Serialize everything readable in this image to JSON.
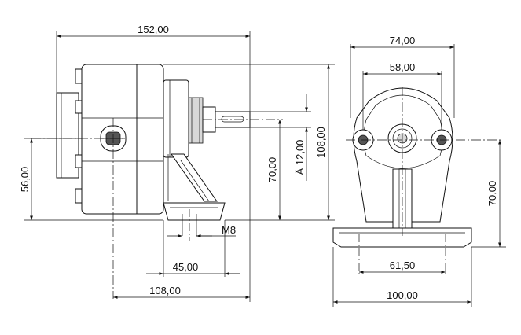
{
  "dimensions": {
    "side_overall_length": "152,00",
    "side_height_left": "56,00",
    "side_shaft_height": "70,00",
    "side_shaft_diameter": "Ä 12,00",
    "side_total_height": "108,00",
    "side_thread": "M8",
    "side_foot_span": "45,00",
    "side_base_length": "108,00",
    "front_overall_width": "74,00",
    "front_bolt_spacing": "58,00",
    "front_shaft_height": "70,00",
    "front_hole_spacing": "61,50",
    "front_base_width": "100,00"
  }
}
